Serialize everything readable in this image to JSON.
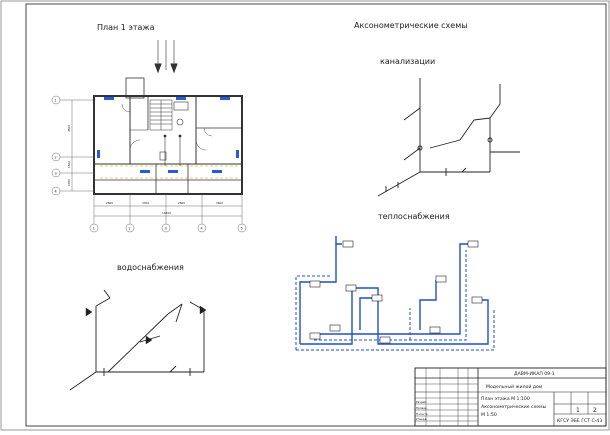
{
  "titles": {
    "plan": "План 1 этажа",
    "axonometric": "Аксонометрические схемы",
    "sewer": "канализации",
    "heating": "теплоснабжения",
    "water": "водоснабжения"
  },
  "axes": {
    "rows": [
      "1",
      "2",
      "3",
      "4"
    ],
    "cols": [
      "1",
      "2",
      "3",
      "4",
      "5"
    ],
    "row_dims": [
      "4500",
      "1500",
      "1300"
    ],
    "col_dims": [
      "2800",
      "3300",
      "2800",
      "3600"
    ],
    "total_dim": "14600"
  },
  "titleblock": {
    "doc_code": "ДАВМ-ИКАП 09-1",
    "project": "Модельный жилой дом",
    "sheet_desc_1": "План этажа М 1:100",
    "sheet_desc_2": "Аксонометрические схемы",
    "sheet_desc_3": "М 1:50",
    "sheet_no": "1",
    "sheets_total": "2",
    "org": "КГСУ ЭБЕ ГСТ С-43",
    "roles": [
      "Разраб.",
      "Провер.",
      "Н.контр.",
      "Утверд."
    ]
  }
}
